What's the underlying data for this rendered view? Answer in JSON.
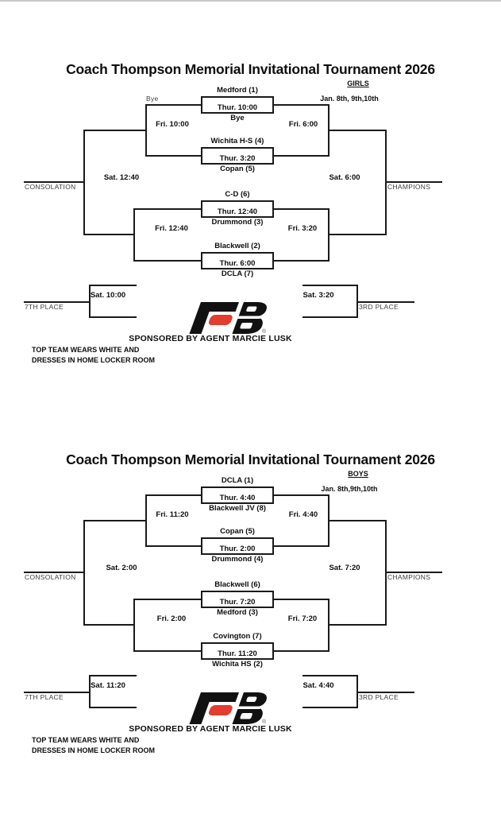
{
  "page": {
    "background": "#ffffff",
    "line_color": "#1a1a1a"
  },
  "logo": {
    "name": "farm-bureau-fb-logo",
    "black": "#111111",
    "red": "#e23d2e",
    "registered": "®"
  },
  "brackets": [
    {
      "title": "Coach Thompson Memorial Invitational Tournament 2026",
      "division": "GIRLS",
      "dates": "Jan. 8th, 9th,10th",
      "bye_label": "Bye",
      "matches": [
        {
          "top": "Medford (1)",
          "time": "Thur. 10:00",
          "bottom": "Bye"
        },
        {
          "top": "Wichita H-S (4)",
          "time": "Thur. 3:20",
          "bottom": "Copan (5)"
        },
        {
          "top": "C-D (6)",
          "time": "Thur. 12:40",
          "bottom": "Drummond (3)"
        },
        {
          "top": "Blackwell (2)",
          "time": "Thur. 6:00",
          "bottom": "DCLA (7)"
        }
      ],
      "semis": {
        "left_top": "Fri. 10:00",
        "right_top": "Fri. 6:00",
        "left_bottom": "Fri. 12:40",
        "right_bottom": "Fri. 3:20"
      },
      "finals": {
        "left": "Sat. 12:40",
        "right": "Sat. 6:00"
      },
      "labels": {
        "consolation": "CONSOLATION",
        "champions": "CHAMPIONS",
        "seventh": "7TH PLACE",
        "third": "3RD PLACE"
      },
      "place_games": {
        "seventh_time": "Sat. 10:00",
        "third_time": "Sat. 3:20"
      },
      "sponsor": "SPONSORED BY AGENT MARCIE LUSK",
      "notes": [
        "TOP TEAM WEARS WHITE AND",
        "DRESSES IN HOME LOCKER ROOM"
      ]
    },
    {
      "title": "Coach Thompson Memorial Invitational Tournament 2026",
      "division": "BOYS",
      "dates": "Jan. 8th,9th,10th",
      "matches": [
        {
          "top": "DCLA (1)",
          "time": "Thur. 4:40",
          "bottom": "Blackwell JV (8)"
        },
        {
          "top": "Copan (5)",
          "time": "Thur. 2:00",
          "bottom": "Drummond (4)"
        },
        {
          "top": "Blackwell (6)",
          "time": "Thur. 7:20",
          "bottom": "Medford (3)"
        },
        {
          "top": "Covington (7)",
          "time": "Thur. 11:20",
          "bottom": "Wichita HS (2)"
        }
      ],
      "semis": {
        "left_top": "Fri. 11:20",
        "right_top": "Fri. 4:40",
        "left_bottom": "Fri. 2:00",
        "right_bottom": "Fri. 7:20"
      },
      "finals": {
        "left": "Sat. 2:00",
        "right": "Sat. 7:20"
      },
      "labels": {
        "consolation": "CONSOLATION",
        "champions": "CHAMPIONS",
        "seventh": "7TH PLACE",
        "third": "3RD PLACE"
      },
      "place_games": {
        "seventh_time": "Sat. 11:20",
        "third_time": "Sat. 4:40"
      },
      "sponsor": "SPONSORED BY AGENT MARCIE LUSK",
      "notes": [
        "TOP TEAM WEARS WHITE AND",
        "DRESSES IN HOME LOCKER ROOM"
      ]
    }
  ]
}
